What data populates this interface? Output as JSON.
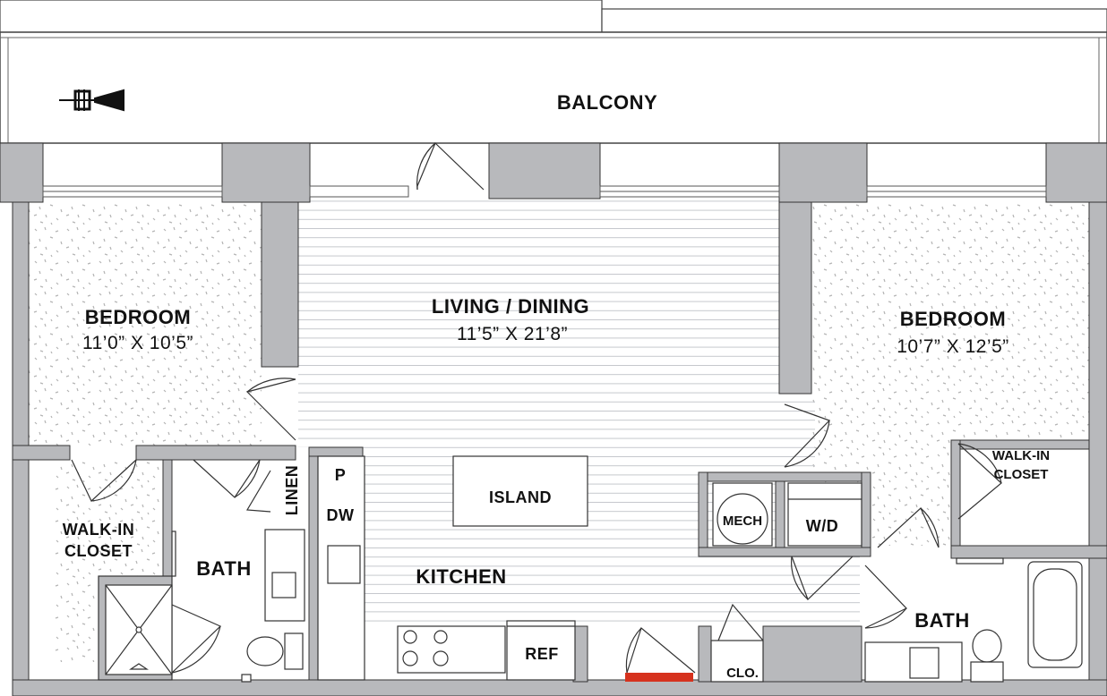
{
  "rooms": {
    "balcony": {
      "label": "BALCONY"
    },
    "bedroom_left": {
      "label": "BEDROOM",
      "dimensions": "11’0” X 10’5”"
    },
    "living_dining": {
      "label": "LIVING / DINING",
      "dimensions": "11’5” X 21’8”"
    },
    "bedroom_right": {
      "label": "BEDROOM",
      "dimensions": "10’7” X 12’5”"
    },
    "walk_in_left": {
      "line1": "WALK-IN",
      "line2": "CLOSET"
    },
    "walk_in_right": {
      "line1": "WALK-IN",
      "line2": "CLOSET"
    },
    "bath_left": {
      "label": "BATH"
    },
    "bath_right": {
      "label": "BATH"
    },
    "linen": {
      "label": "LINEN"
    },
    "kitchen": {
      "label": "KITCHEN"
    },
    "island": {
      "label": "ISLAND"
    },
    "pantry": {
      "label": "P"
    },
    "dishwasher": {
      "label": "DW"
    },
    "mech": {
      "label": "MECH"
    },
    "washer_dryer": {
      "label": "W/D"
    },
    "ref": {
      "label": "REF"
    },
    "clo": {
      "label": "CLO."
    }
  },
  "icons": [
    "trumpet-icon"
  ],
  "colors": {
    "wall": "#b8b9bc",
    "outline": "#3a3a3a",
    "floor_line": "#bfc3c8",
    "carpet_speck": "#b0b0b0",
    "entry_door": "#d6321e"
  }
}
